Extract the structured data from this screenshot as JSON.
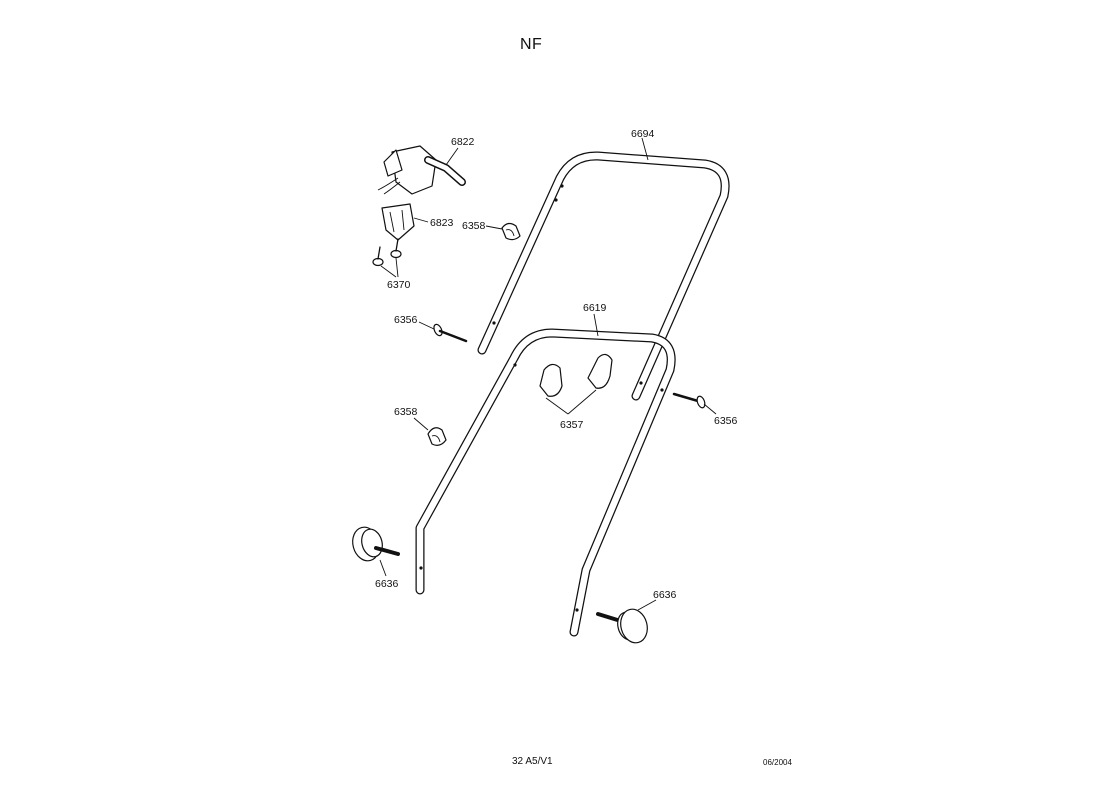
{
  "header": {
    "title": "NF"
  },
  "footer": {
    "code": "32 A5/V1",
    "date": "06/2004"
  },
  "parts": {
    "p6822": "6822",
    "p6823": "6823",
    "p6358_top": "6358",
    "p6370": "6370",
    "p6694": "6694",
    "p6619": "6619",
    "p6356_left": "6356",
    "p6356_right": "6356",
    "p6357": "6357",
    "p6358_bottom": "6358",
    "p6636_left": "6636",
    "p6636_right": "6636"
  }
}
